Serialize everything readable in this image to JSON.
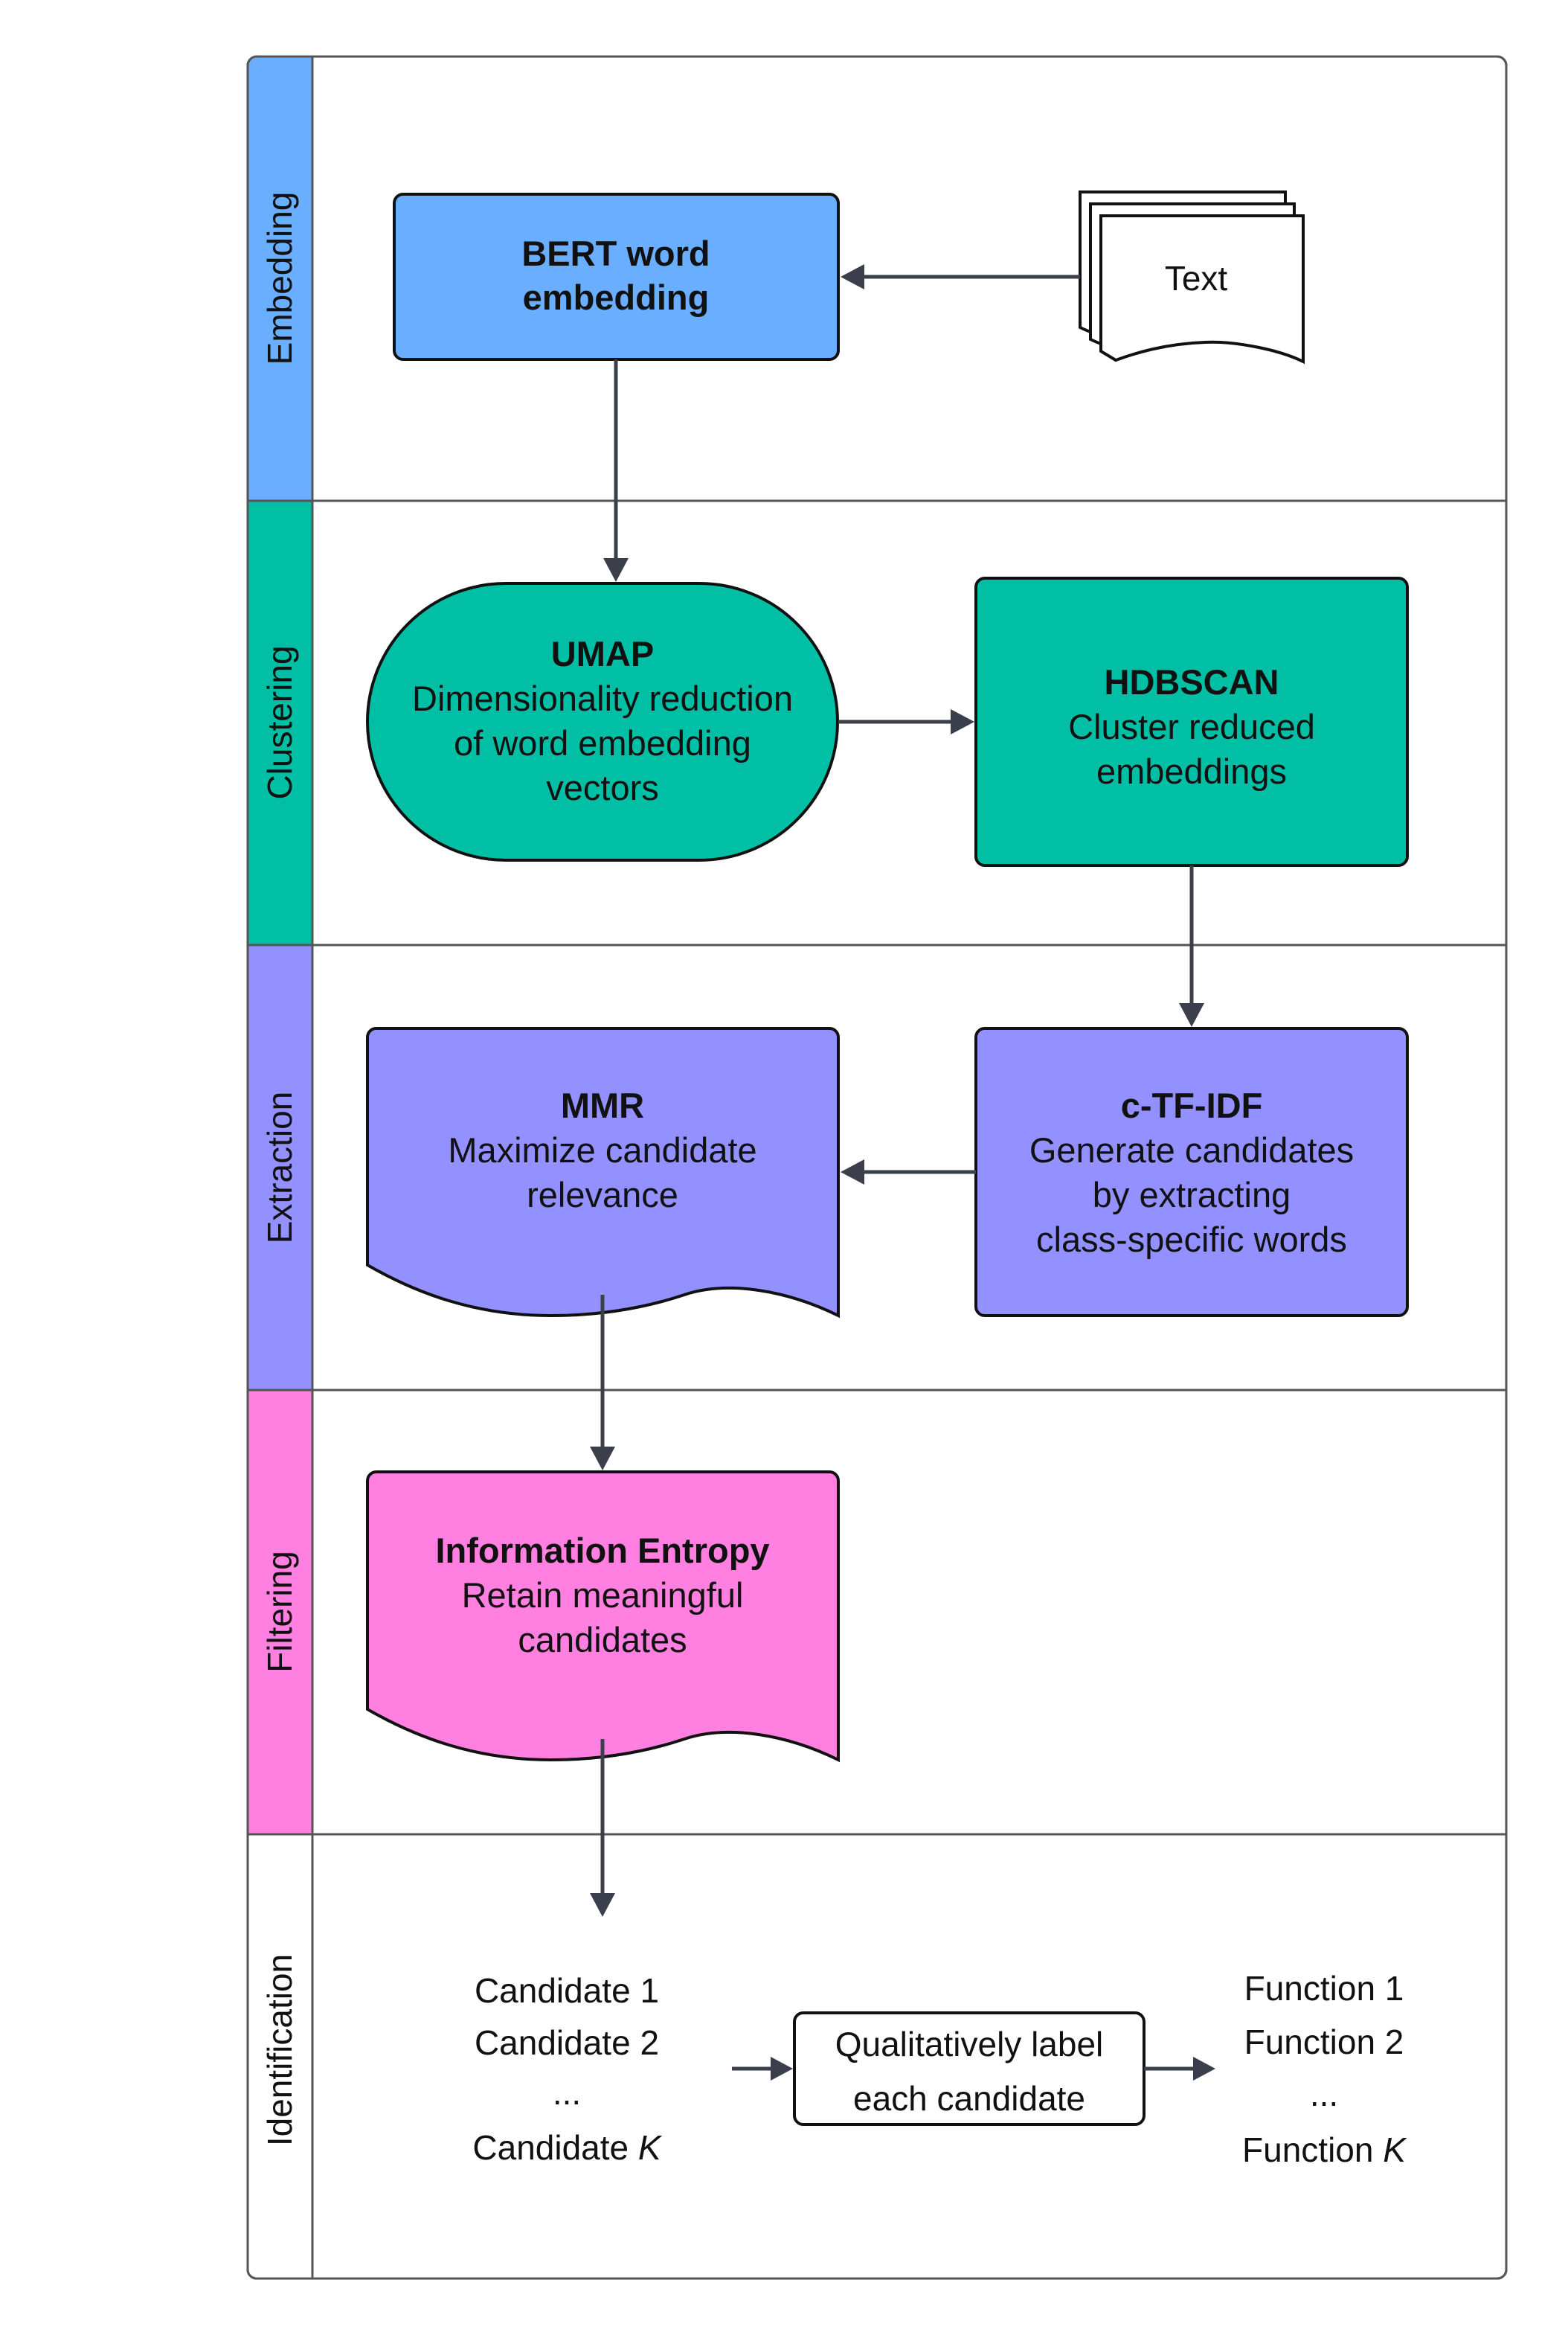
{
  "lanes": [
    {
      "label": "Embedding",
      "color": "#6AAFFF"
    },
    {
      "label": "Clustering",
      "color": "#00BFA5"
    },
    {
      "label": "Extraction",
      "color": "#9291FF"
    },
    {
      "label": "Filtering",
      "color": "#FF80E0"
    },
    {
      "label": "Identification",
      "color": "#FFFFFF"
    }
  ],
  "nodes": {
    "bert": {
      "title": "BERT word",
      "title2": "embedding"
    },
    "text_doc": {
      "label": "Text"
    },
    "umap": {
      "title": "UMAP",
      "line1": "Dimensionality reduction",
      "line2": "of word embedding",
      "line3": "vectors"
    },
    "hdbscan": {
      "title": "HDBSCAN",
      "line1": "Cluster reduced",
      "line2": "embeddings"
    },
    "mmr": {
      "title": "MMR",
      "line1": "Maximize candidate",
      "line2": "relevance"
    },
    "ctfidf": {
      "title": "c-TF-IDF",
      "line1": "Generate candidates",
      "line2": "by extracting",
      "line3": "class-specific words"
    },
    "entropy": {
      "title": "Information Entropy",
      "line1": "Retain meaningful",
      "line2": "candidates"
    },
    "label_box": {
      "line1": "Qualitatively label",
      "line2": "each candidate"
    }
  },
  "candidates": {
    "items": [
      "Candidate 1",
      "Candidate 2",
      "...",
      "Candidate "
    ],
    "last_var": "K"
  },
  "functions": {
    "items": [
      "Function 1",
      "Function 2",
      "...",
      "Function "
    ],
    "last_var": "K"
  },
  "colors": {
    "border": "#222222",
    "lane_divider": "#555555",
    "arrow": "#3A3F4B",
    "embedding": "#6AAFFF",
    "clustering": "#00BFA5",
    "extraction": "#9291FF",
    "filtering": "#FF80E0"
  }
}
